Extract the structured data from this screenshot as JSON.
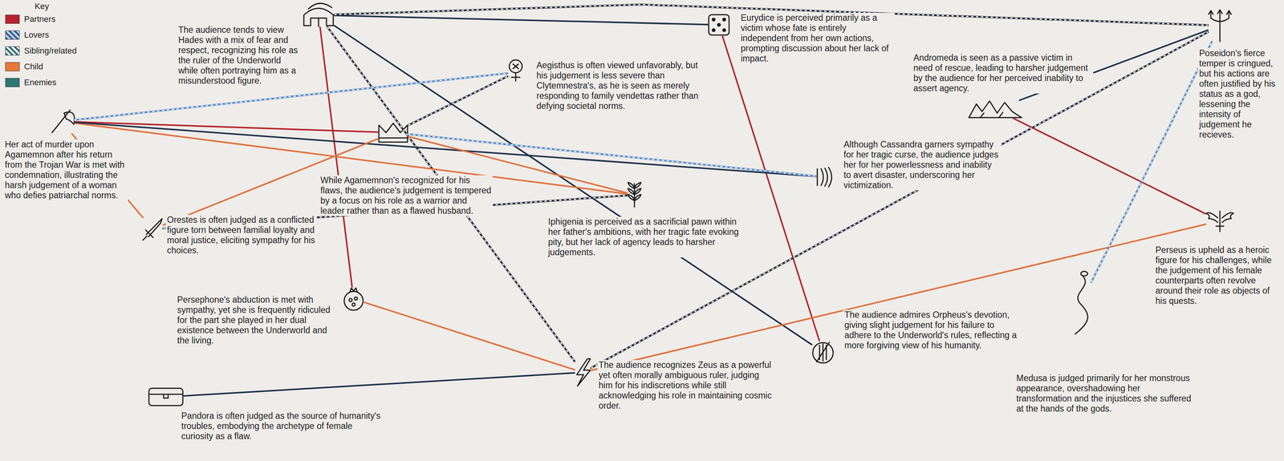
{
  "diagram": {
    "nodes": [
      {
        "text": [
          "The audience tends to view Hades with a mix of fear and respect, recognizing his role as the ruler of the Underworld while often portraying him as a misunderstood figure."
        ]
      },
      {
        "text": [
          "Eurydice is perceived primarily as a victim whose fate is entirely independent from her own actions, prompting discussion about her lack of impact."
        ]
      },
      {
        "text": [
          "Aegisthus is often viewed unfavorably, but his judgement is less severe than Clytemnestra's, as he is seen as merely responding to family vendettas rather than defying societal norms."
        ]
      },
      {
        "text": [
          "Poseidon's fierce temper is cringued, but his actions are often justified by his status as a god, lessening the intensity of judgement he recieves."
        ]
      },
      {
        "text": [
          "Andromeda is seen as a passive victim in need of rescue, leading to harsher judgement by the audience for her perceived inability to assert agency."
        ]
      },
      {
        "text": [
          "Her act of murder upon Agamemnon after his return from the Trojan War is met with condemnation, illustrating the harsh judgement of a woman who defies patriarchal norms."
        ]
      },
      {
        "text": [
          "While Agamemnon's recognized for his flaws, the audience's judgement is tempered by a focus on his role as a warrior and leader rather than as a flawed husband."
        ]
      },
      {
        "text": [
          "Although Cassandra garners sympathy for her tragic curse, the audience judges her for her powerlessness and inability to avert disaster, underscoring her victimization."
        ]
      },
      {
        "text": [
          "Iphigenia is perceived as a sacrificial pawn within her father's ambitions, with her tragic fate evoking pity, but her lack of agency leads to harsher judgements."
        ]
      },
      {
        "text": [
          "Orestes is often judged as a conflicted figure torn between familial loyalty and moral justice, eliciting sympathy for his choices."
        ]
      },
      {
        "text": [
          "Perseus is upheld as a heroic figure for his challenges, while the judgement of his female counterparts often revolve around their role as objects of his quests."
        ]
      },
      {
        "text": [
          "Persephone's abduction is met with sympathy, yet she is frequently ridiculed for the part she played in her dual existence between the Underworld and the living."
        ]
      },
      {
        "text": [
          "The audience admires Orpheus's devotion, giving slight judgement for his failure to adhere to the Underworld's rules, reflecting a more forgiving view of his humanity."
        ]
      },
      {
        "text": [
          "Medusa is judged primarily for her monstrous appearance, overshadowing her transformation and the injustices she suffered at the hands of the gods."
        ]
      },
      {
        "text": [
          "The audience recognizes Zeus as a powerful yet often morally ambiguous ruler, judging him for his indiscretions while still acknowledging his role in maintaining cosmic order."
        ]
      },
      {
        "text": [
          "Pandora is often judged as the source of humanity's troubles, embodying the archetype of female curiosity as a flaw."
        ]
      }
    ],
    "edges": [
      {
        "from": 0,
        "to": 11,
        "arrow": "none"
      },
      {
        "from": 0,
        "to": 1,
        "arrow": "none"
      },
      {
        "from": 0,
        "to": 12,
        "arrow": "none"
      },
      {
        "from": 0,
        "to": 14,
        "arrow": "none"
      },
      {
        "from": 0,
        "to": 3,
        "arrow": "none"
      },
      {
        "from": 1,
        "to": 12,
        "arrow": "none"
      },
      {
        "from": 5,
        "to": 6,
        "arrow": "none"
      },
      {
        "from": 5,
        "to": 2,
        "arrow": "none"
      },
      {
        "from": 5,
        "to": 9,
        "arrow": "none"
      },
      {
        "from": 5,
        "to": 8,
        "arrow": "none"
      },
      {
        "from": 5,
        "to": 7,
        "arrow": "none"
      },
      {
        "from": 6,
        "to": 9,
        "arrow": "none"
      },
      {
        "from": 6,
        "to": 8,
        "arrow": "none"
      },
      {
        "from": 6,
        "to": 2,
        "arrow": "none"
      },
      {
        "from": 6,
        "to": 7,
        "arrow": "none"
      },
      {
        "from": 9,
        "to": 8,
        "arrow": "none"
      },
      {
        "from": 4,
        "to": 10,
        "arrow": "none"
      },
      {
        "from": 4,
        "to": 3,
        "arrow": "none"
      },
      {
        "from": 14,
        "to": 3,
        "arrow": "none"
      },
      {
        "from": 14,
        "to": 10,
        "arrow": "none"
      },
      {
        "from": 14,
        "to": 11,
        "arrow": "none"
      },
      {
        "from": 14,
        "to": 15,
        "arrow": "none"
      },
      {
        "from": 13,
        "to": 3,
        "arrow": "none"
      }
    ],
    "labels": [
      "Key"
    ],
    "legend": [
      {
        "text": "Partners",
        "color": "#b8232f"
      },
      {
        "text": "Lovers"
      },
      {
        "text": "Sibling/related"
      },
      {
        "text": "Child",
        "color": "#e8773a"
      },
      {
        "text": "Enemies",
        "color": "#2d7873"
      }
    ]
  }
}
